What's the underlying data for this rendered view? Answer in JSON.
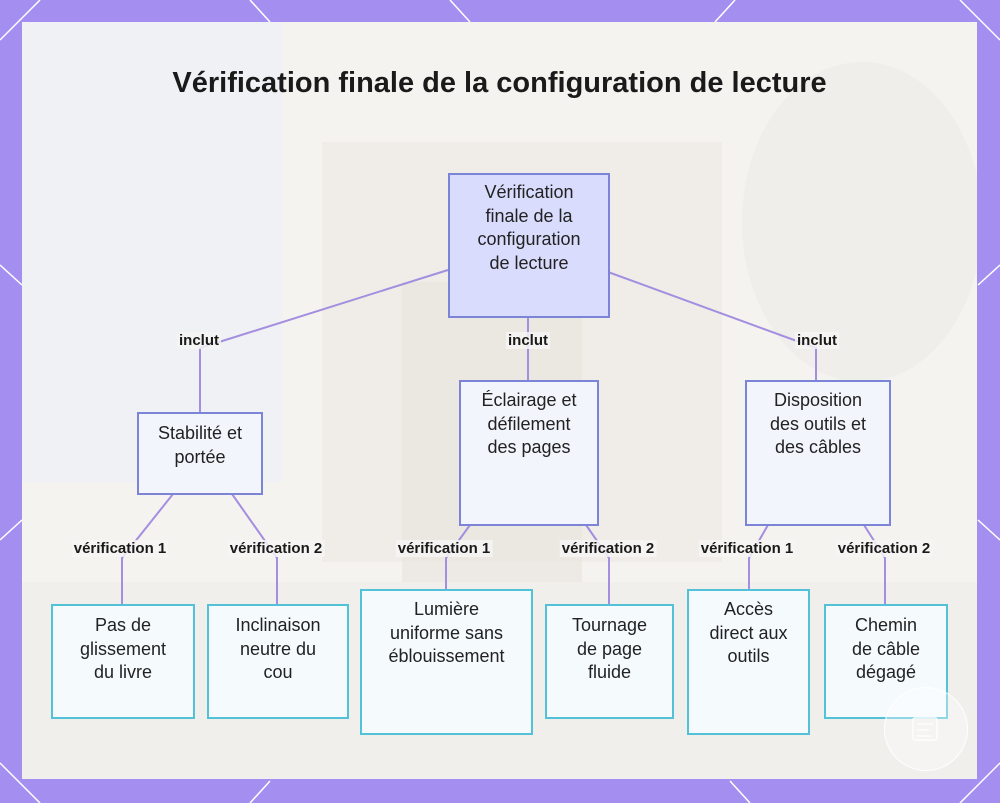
{
  "title": "Vérification finale de la configuration de lecture",
  "colors": {
    "frame": "#a48ff0",
    "connector": "#a48ee0",
    "root_fill": "#d9dcfc",
    "root_border": "#7c84d8",
    "leaf_border": "#53c2d8"
  },
  "nodes": {
    "root": "Vérification finale de la configuration de lecture",
    "stability": "Stabilité et portée",
    "lighting": "Éclairage et défilement des pages",
    "tools": "Disposition des outils et des câbles",
    "leaf_no_slip": "Pas de glissement du livre",
    "leaf_neck": "Inclinaison neutre du cou",
    "leaf_light": "Lumière uniforme sans éblouissement",
    "leaf_page": "Tournage de page fluide",
    "leaf_tools": "Accès direct aux outils",
    "leaf_cable": "Chemin de câble dégagé"
  },
  "edge_labels": {
    "includes": "inclut",
    "check1": "vérification 1",
    "check2": "vérification 2"
  }
}
